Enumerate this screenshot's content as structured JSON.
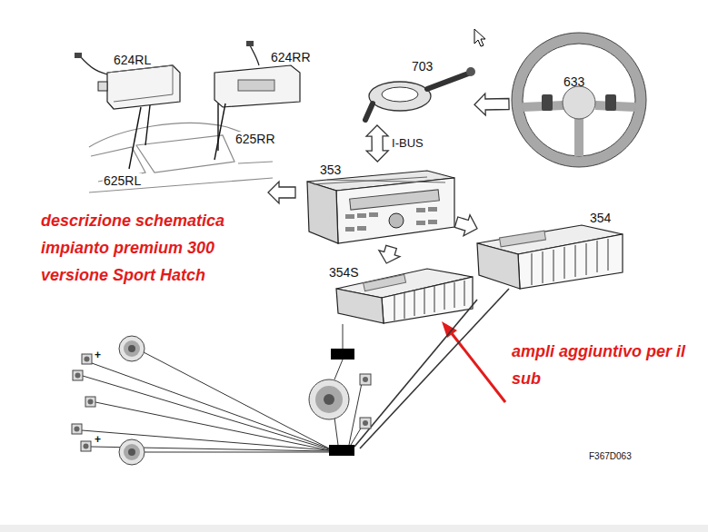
{
  "diagram": {
    "nodes": [
      {
        "text": [
          "624RL"
        ]
      },
      {
        "text": [
          "624RR"
        ]
      },
      {
        "text": [
          "703"
        ]
      },
      {
        "text": [
          "633"
        ]
      },
      {
        "text": [
          "353"
        ]
      },
      {
        "text": [
          "354"
        ]
      },
      {
        "text": [
          "354S"
        ]
      }
    ],
    "edges": [
      {
        "from": 3,
        "to": 2,
        "arrow": "to"
      },
      {
        "from": 2,
        "to": 4,
        "arrow": "both",
        "label": "I-BUS"
      },
      {
        "from": 4,
        "to": 5,
        "arrow": "to"
      },
      {
        "from": 4,
        "to": 6,
        "arrow": "to"
      }
    ],
    "labels": [
      "625RR",
      "625RL",
      "descrizione schematica impianto premium 300 versione Sport Hatch",
      "ampli aggiuntivo per il sub",
      "F367D063",
      "+",
      "+"
    ]
  }
}
